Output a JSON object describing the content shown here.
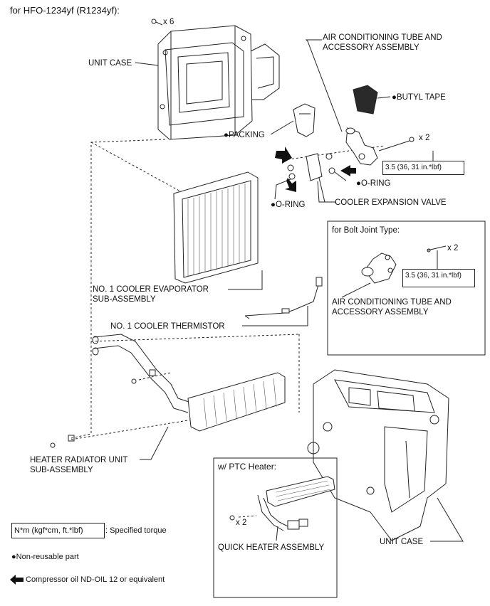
{
  "header": {
    "title": "for HFO-1234yf (R1234yf):"
  },
  "labels": {
    "unit_case_top": "UNIT CASE",
    "x6": "x 6",
    "ac_tube_line1": "AIR CONDITIONING TUBE AND",
    "ac_tube_line2": "ACCESSORY ASSEMBLY",
    "butyl_tape": "●BUTYL TAPE",
    "packing": "●PACKING",
    "x2_top": "x 2",
    "torque_top": "3.5 (36, 31 in.*lbf)",
    "o_ring_right": "●O-RING",
    "o_ring_left": "●O-RING",
    "cooler_expansion_valve": "COOLER EXPANSION VALVE",
    "evaporator_line1": "NO. 1 COOLER EVAPORATOR",
    "evaporator_line2": "SUB-ASSEMBLY",
    "thermistor": "NO. 1 COOLER THERMISTOR",
    "heater_line1": "HEATER RADIATOR UNIT",
    "heater_line2": "SUB-ASSEMBLY",
    "unit_case_bottom": "UNIT CASE"
  },
  "bolt_joint": {
    "title": "for Bolt Joint Type:",
    "x2": "x 2",
    "torque": "3.5 (36, 31 in.*lbf)",
    "tube_line1": "AIR CONDITIONING TUBE AND",
    "tube_line2": "ACCESSORY ASSEMBLY"
  },
  "ptc": {
    "title": "w/ PTC Heater:",
    "x2": "x 2",
    "quick_heater": "QUICK HEATER ASSEMBLY"
  },
  "legend": {
    "torque_unit": "N*m (kgf*cm, ft.*lbf)",
    "torque_desc": ": Specified torque",
    "non_reusable": "●Non-reusable part",
    "compressor_oil": "Compressor oil ND-OIL 12 or equivalent"
  }
}
